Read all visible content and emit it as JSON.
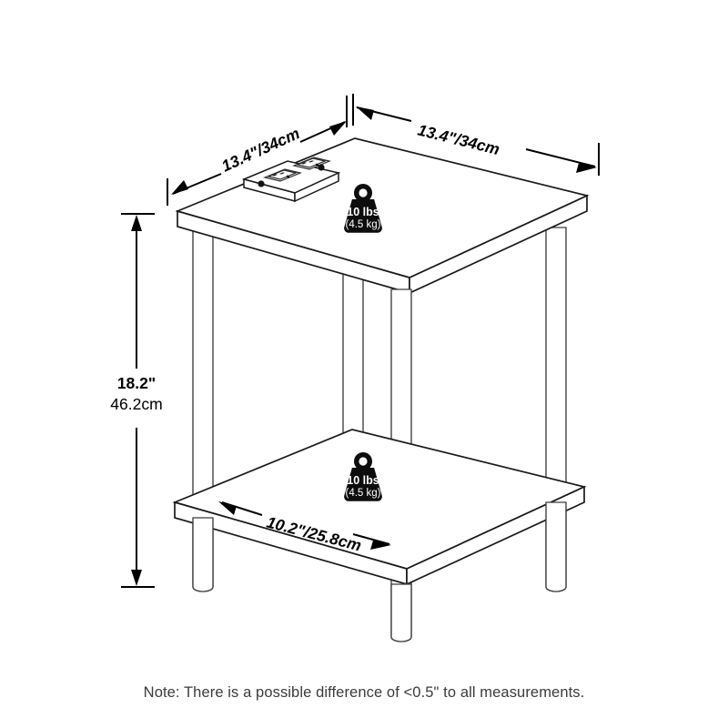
{
  "diagram": {
    "product": "two-tier square end table with power outlet",
    "dimensions": {
      "top_left_edge": "13.4\"/34cm",
      "top_right_edge": "13.4\"/34cm",
      "height": {
        "inches": "18.2\"",
        "cm": "46.2cm"
      },
      "shelf_edge": "10.2\"/25.8cm"
    },
    "capacity_badges": [
      {
        "id": "tabletop",
        "lbs": "10 lbs",
        "kg": "(4.5 kg)"
      },
      {
        "id": "lower-shelf",
        "lbs": "10 lbs",
        "kg": "(4.5 kg)"
      }
    ],
    "features": {
      "outlet": "power-outlet-strip",
      "outlet_sockets": 2
    },
    "note": "Note: There is a possible difference of <0.5\" to all measurements.",
    "colors": {
      "line": "#1a1a1a",
      "dimension": "#000000",
      "badge": "#0d0d0d",
      "note_text": "#3b3b3b",
      "background": "#ffffff"
    }
  }
}
